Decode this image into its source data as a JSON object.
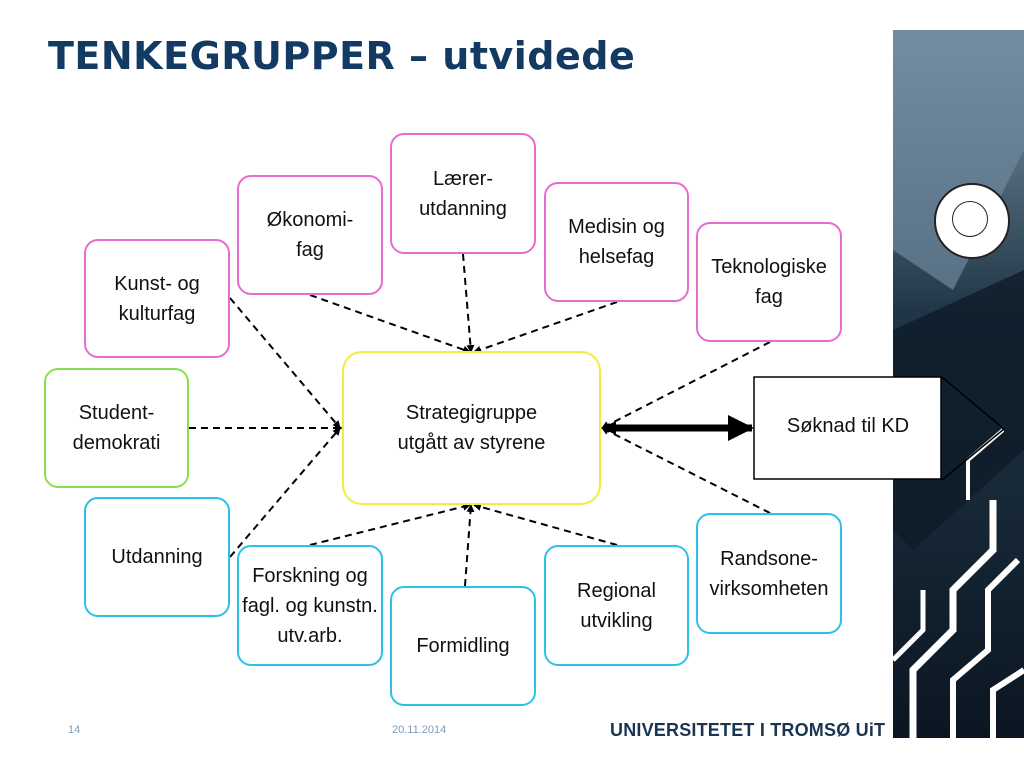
{
  "title": "TENKEGRUPPER – utvidede",
  "nodes": {
    "kunst": "Kunst- og\nkulturfag",
    "okonomi": "Økonomi-\nfag",
    "laerer": "Lærer-\nutdanning",
    "medisin": "Medisin og\nhelsefag",
    "teknologiske": "Teknologiske\nfag",
    "student": "Student-\ndemokrati",
    "strategi": "Strategigruppe\nutgått av styrene",
    "utdanning": "Utdanning",
    "forskning": "Forskning og\nfagl. og kunstn.\nutv.arb.",
    "formidling": "Formidling",
    "regional": "Regional\nutvikling",
    "randsone": "Randsone-\nvirksomheten"
  },
  "soknad": "Søknad til KD",
  "footer": {
    "page": "14",
    "date": "20.11.2014",
    "logo": "UNIVERSITETET I TROMSØ UiT"
  },
  "colors": {
    "title": "#123a63",
    "humanities_group": "#e66ccf",
    "student_group": "#88e04f",
    "education_group": "#29c3ea",
    "central": "#f0ee3a"
  },
  "icons": [
    "university-seal-icon"
  ]
}
